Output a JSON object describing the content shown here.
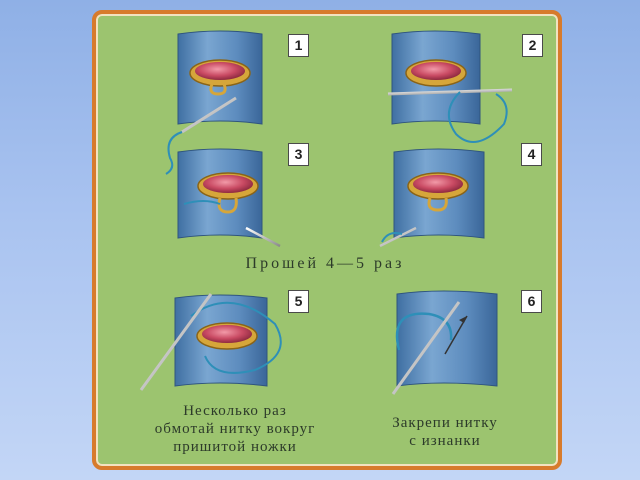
{
  "steps": [
    {
      "number": "1"
    },
    {
      "number": "2"
    },
    {
      "number": "3"
    },
    {
      "number": "4"
    },
    {
      "number": "5"
    },
    {
      "number": "6"
    }
  ],
  "captions": {
    "repeat": "Прошей 4—5 раз",
    "wrap": [
      "Несколько раз",
      "обмотай нитку вокруг",
      "пришитой ножки"
    ],
    "secure": [
      "Закрепи нитку",
      "с изнанки"
    ]
  },
  "colors": {
    "panel": "#9cc46f",
    "border": "#d77b2c",
    "fabric": "#5e8fc0",
    "button": "#c94a63",
    "thread": "#2e8fb8"
  }
}
